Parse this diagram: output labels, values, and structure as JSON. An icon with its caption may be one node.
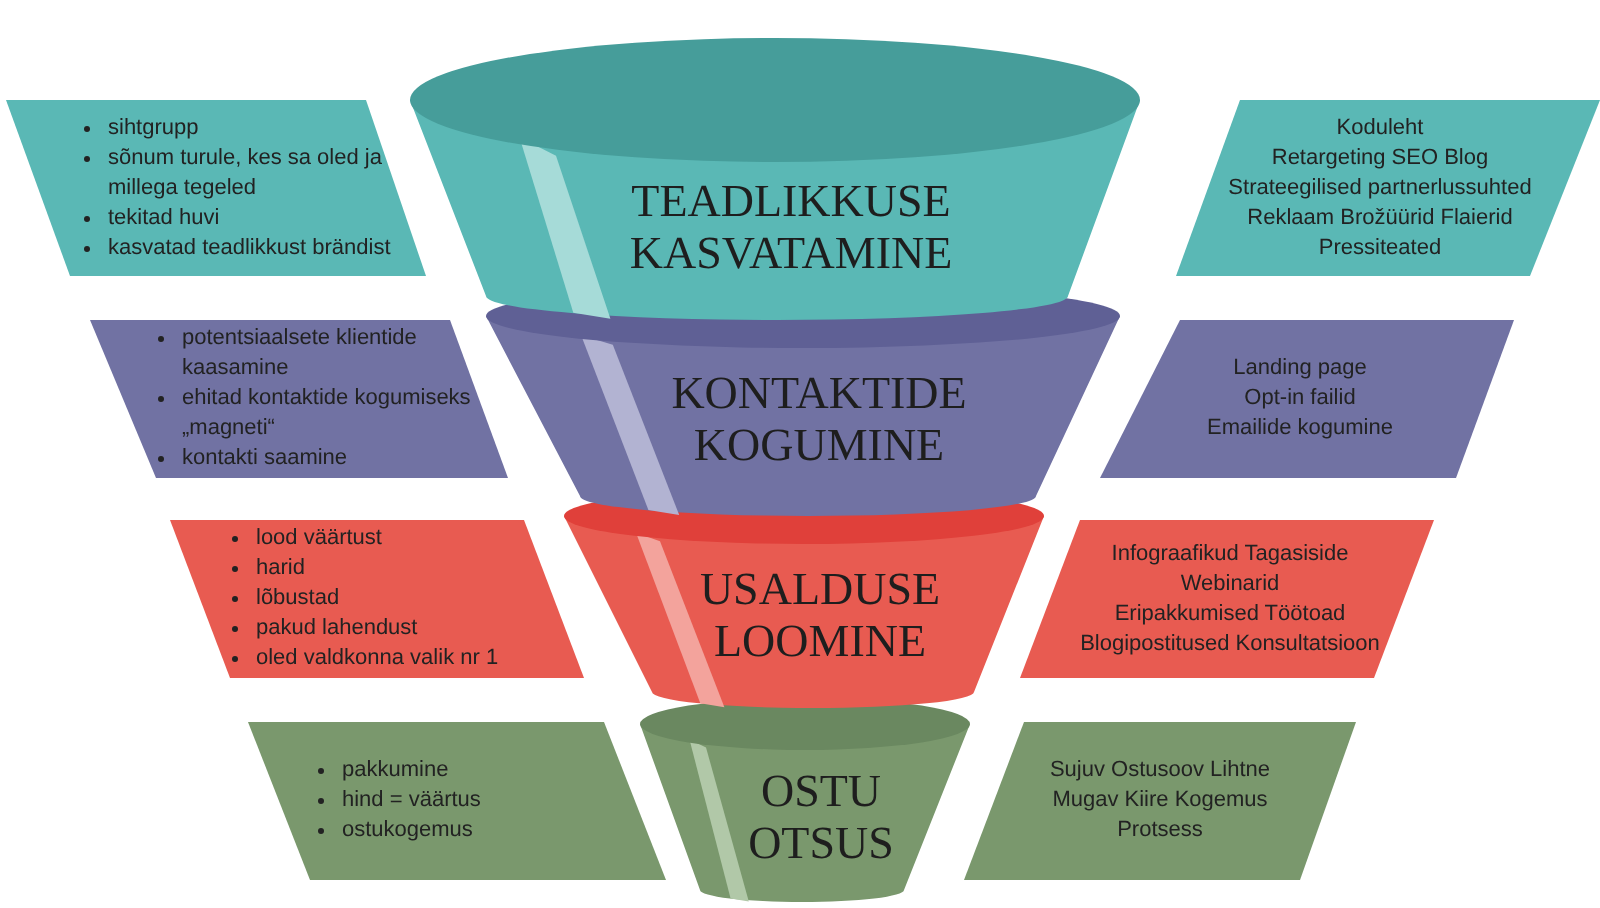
{
  "diagram": {
    "nodes": [
      {
        "text": [
          "sihtgrupp",
          "sõnum turule, kes sa oled ja millega tegeled",
          "tekitad huvi",
          "kasvatad teadlikkust brändist"
        ]
      },
      {
        "text": [
          "TEADLIKKUSE KASVATAMINE"
        ]
      },
      {
        "text": [
          "Koduleht",
          "Retargeting SEO Blog",
          "Strateegilised partnerlussuhted",
          "Reklaam Brožüürid Flaierid",
          "Pressiteated"
        ]
      },
      {
        "text": [
          "potentsiaalsete klientide kaasamine",
          "ehitad kontaktide kogumiseks „magneti“",
          "kontakti saamine"
        ]
      },
      {
        "text": [
          "KONTAKTIDE KOGUMINE"
        ]
      },
      {
        "text": [
          "Landing page",
          "Opt-in failid",
          "Emailide kogumine"
        ]
      },
      {
        "text": [
          "lood väärtust",
          "harid",
          "lõbustad",
          "pakud lahendust",
          "oled valdkonna valik nr 1"
        ]
      },
      {
        "text": [
          "USALDUSE LOOMINE"
        ]
      },
      {
        "text": [
          "Infograafikud Tagasiside",
          "Webinarid",
          "Eripakkumised Töötoad",
          "Blogipostitused Konsultatsioon"
        ]
      },
      {
        "text": [
          "pakkumine",
          "hind = väärtus",
          "ostukogemus"
        ]
      },
      {
        "text": [
          "OSTU OTSUS"
        ]
      },
      {
        "text": [
          "Sujuv Ostusoov Lihtne",
          "Mugav Kiire Kogemus",
          "Protsess"
        ]
      }
    ],
    "edges": []
  }
}
